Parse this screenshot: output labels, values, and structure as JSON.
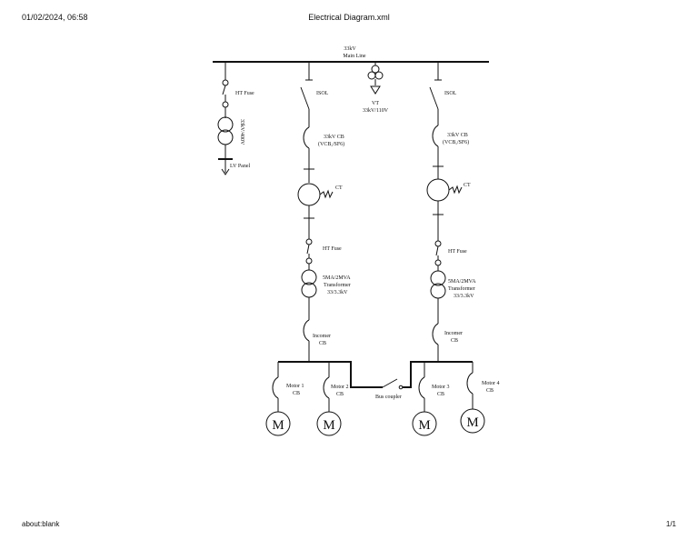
{
  "header": {
    "datetime": "01/02/2024, 06:58",
    "title": "Electrical Diagram.xml"
  },
  "footer": {
    "url": "about:blank",
    "page": "1/1"
  },
  "diagram": {
    "bus_voltage": "33kV",
    "bus_name": "Main Line",
    "aux": {
      "fuse": "HT Fuse",
      "transformer": "33kV/400V",
      "panel": "LV Panel"
    },
    "vt": {
      "name": "VT",
      "ratio": "33kV/110V"
    },
    "left": {
      "isol": "ISOL",
      "cb_line1": "33kV CB",
      "cb_line2": "(VCB,/SF6)",
      "ct": "CT",
      "fuse": "HT Fuse",
      "tx_line1": "5MA/2MVA",
      "tx_line2": "Transformer",
      "tx_line3": "33/3.3kV",
      "inc_line1": "Incomer",
      "inc_line2": "CB"
    },
    "right": {
      "isol": "ISOL",
      "cb_line1": "33kV CB",
      "cb_line2": "(VCB,/SF6)",
      "ct": "CT",
      "fuse": "HT Fuse",
      "tx_line1": "5MA/2MVA",
      "tx_line2": "Transformer",
      "tx_line3": "33/3.3kV",
      "inc_line1": "Incomer",
      "inc_line2": "CB"
    },
    "motors": [
      {
        "cb_line1": "Motor 1",
        "cb_line2": "CB",
        "symbol": "M"
      },
      {
        "cb_line1": "Motor 2",
        "cb_line2": "CB",
        "symbol": "M"
      },
      {
        "cb_line1": "Motor 3",
        "cb_line2": "CB",
        "symbol": "M"
      },
      {
        "cb_line1": "Motor 4",
        "cb_line2": "CB",
        "symbol": "M"
      }
    ],
    "bus_coupler": "Bus coupler"
  }
}
